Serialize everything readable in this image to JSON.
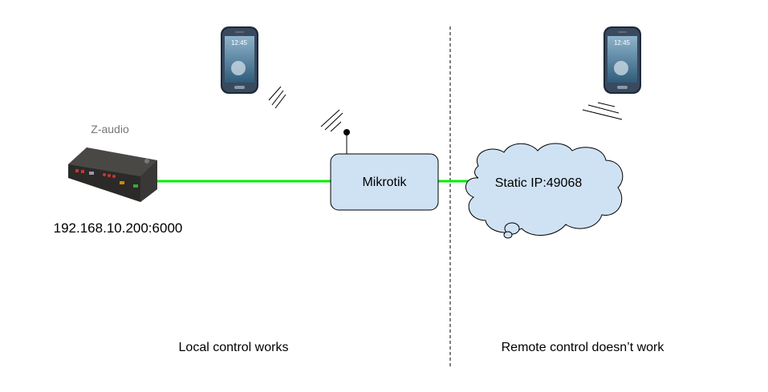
{
  "device": {
    "label": "Z-audio",
    "address": "192.168.10.200:6000"
  },
  "router": {
    "label": "Mikrotik"
  },
  "cloud": {
    "label": "Static IP:49068"
  },
  "phone": {
    "clock": "12:45"
  },
  "captions": {
    "local": "Local control works",
    "remote": "Remote control doesn’t work"
  },
  "colors": {
    "link": "#00ee00",
    "node_fill": "#cfe2f3",
    "stroke": "#000000",
    "label_gray": "#777777"
  }
}
